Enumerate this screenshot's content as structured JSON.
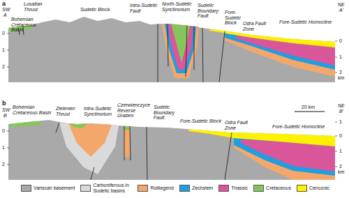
{
  "diagram": {
    "labels": [
      "a",
      "SW",
      "A",
      "Lusatian Thrust",
      "Bohemian Cretaceous Basin",
      "Sudetic Block",
      "Intra-Sudetic Fault",
      "North-Sudetic Synclinorium",
      "Sudetic Boundary Fault",
      "Fore-Sudetic Block",
      "Odra Fault Zone",
      "Fore-Sudetic Homocline",
      "NE",
      "A'",
      "0",
      "1",
      "2",
      "0",
      "1",
      "2",
      "km",
      "b",
      "SW",
      "B",
      "Bohemian Cretaceous Basin",
      "Zieleniec Thrust",
      "Intra-Sudetic Synclinorium",
      "Czerwienczyce Reverse Graben",
      "Sudetic Boundary Fault",
      "Fore-Sudetic Block",
      "20 km",
      "Odra Fault Zone",
      "Fore-Sudetic Homocline",
      "NE",
      "B'",
      "0",
      "1",
      "2",
      "1",
      "0",
      "1",
      "2",
      "km"
    ],
    "legend": [
      {
        "text": "Variscan basement",
        "color": "#a9a9a9"
      },
      {
        "text": "Carboniferous in Sudetic basins",
        "color": "#dadada"
      },
      {
        "text": "Rotliegend",
        "color": "#f4a76b"
      },
      {
        "text": "Zechstein",
        "color": "#1f9ee0"
      },
      {
        "text": "Triassic",
        "color": "#d9569b"
      },
      {
        "text": "Cretaceous",
        "color": "#86c55a"
      },
      {
        "text": "Cenozoic",
        "color": "#fff200"
      }
    ]
  }
}
